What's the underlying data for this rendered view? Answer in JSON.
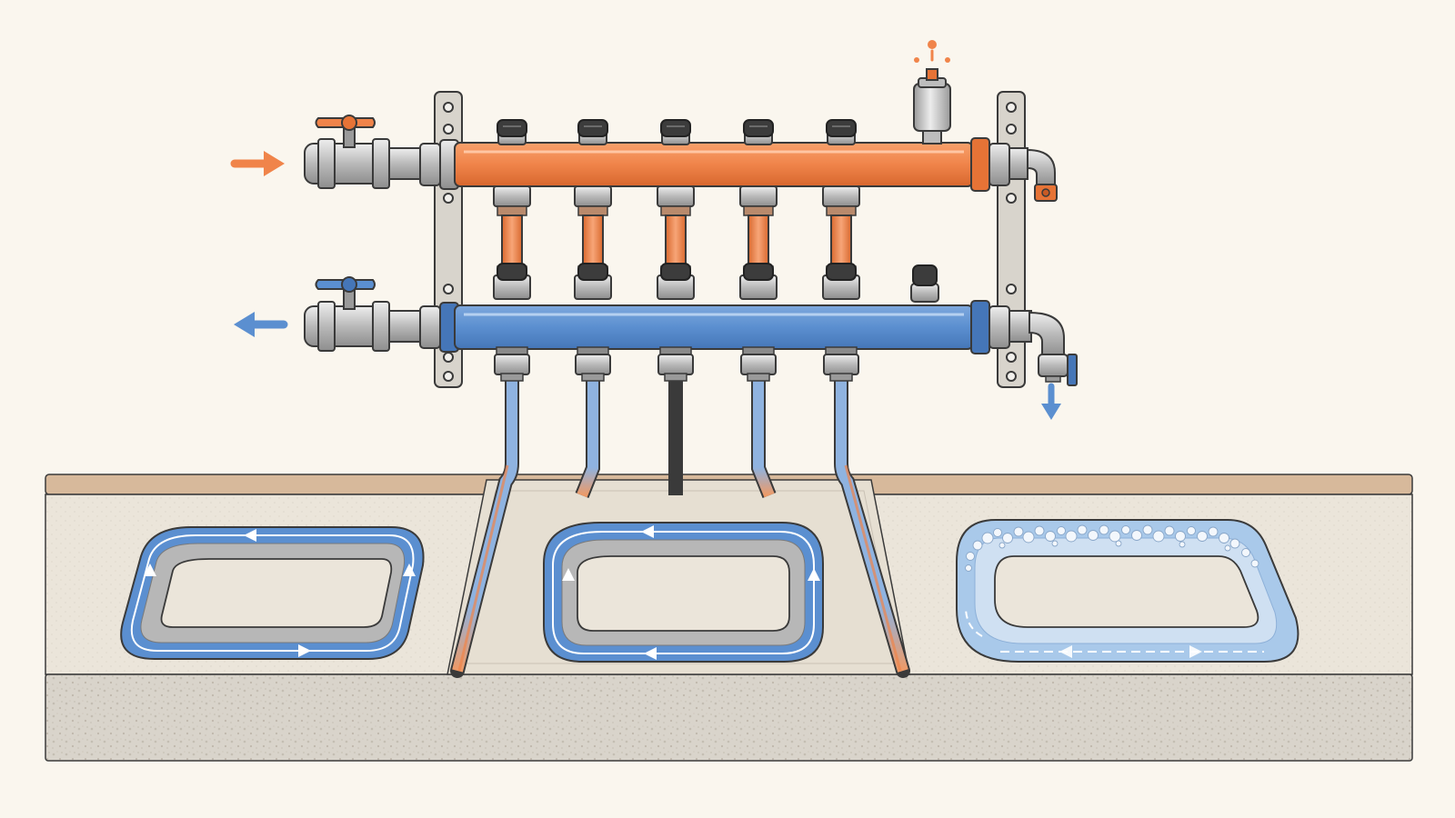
{
  "colors": {
    "background": "#faf6ee",
    "supply_pipe": "#f0844a",
    "supply_dark": "#c85a24",
    "return_pipe": "#5b8fd0",
    "return_dark": "#2e5f9e",
    "floor_band": "#d7b99b",
    "screed": "#ebe5da",
    "slab": "#d9d4cb",
    "metal": "#c9c9c9",
    "metal_dark": "#7b7b7b",
    "outline": "#3a3a3a",
    "air_bubbles": "#eef3fa"
  },
  "manifold": {
    "supply_inlet_arrow": "arrow-right-icon",
    "return_outlet_arrow": "arrow-left-icon",
    "drain_arrow": "arrow-down-icon",
    "air_vent_icon": "air-vent-icon",
    "circuit_count": 5
  },
  "loops": [
    {
      "name": "loop-1",
      "state": "flowing"
    },
    {
      "name": "loop-2",
      "state": "flowing"
    },
    {
      "name": "loop-3",
      "state": "air-locked"
    }
  ]
}
